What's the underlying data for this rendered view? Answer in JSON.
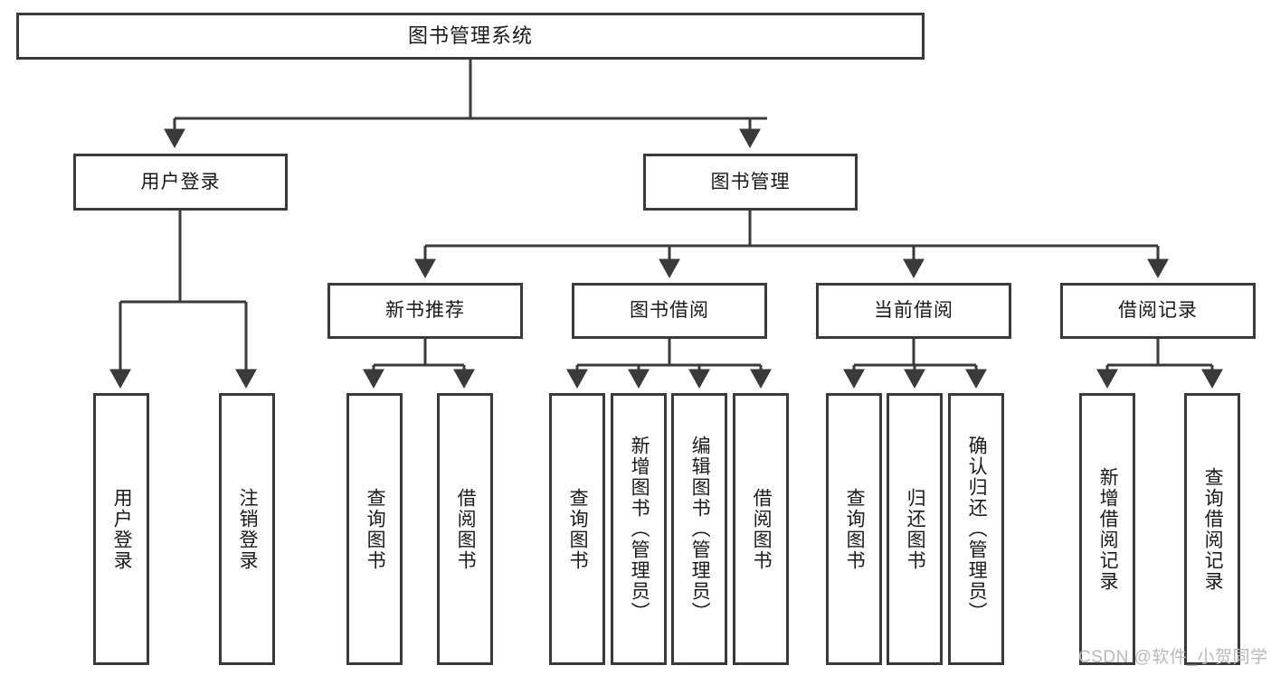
{
  "diagram": {
    "title": "图书管理系统",
    "type": "functional-structure-tree",
    "root": {
      "id": "root",
      "label": "图书管理系统"
    },
    "level1": [
      {
        "id": "user-login",
        "label": "用户登录"
      },
      {
        "id": "book-manage",
        "label": "图书管理"
      }
    ],
    "level2": [
      {
        "id": "new-book-rec",
        "label": "新书推荐",
        "parent": "book-manage"
      },
      {
        "id": "book-borrow",
        "label": "图书借阅",
        "parent": "book-manage"
      },
      {
        "id": "current-borrow",
        "label": "当前借阅",
        "parent": "book-manage"
      },
      {
        "id": "borrow-record",
        "label": "借阅记录",
        "parent": "book-manage"
      }
    ],
    "leaves": {
      "user_login": [
        {
          "id": "leaf-user-login",
          "label": "用户登录"
        },
        {
          "id": "leaf-user-logout",
          "label": "注销登录"
        }
      ],
      "new_book_rec": [
        {
          "id": "leaf-query-book-1",
          "label": "查询图书"
        },
        {
          "id": "leaf-borrow-book-1",
          "label": "借阅图书"
        }
      ],
      "book_borrow": [
        {
          "id": "leaf-query-book-2",
          "label": "查询图书"
        },
        {
          "id": "leaf-add-book",
          "label": "新增图书（管理员）"
        },
        {
          "id": "leaf-edit-book",
          "label": "编辑图书（管理员）"
        },
        {
          "id": "leaf-borrow-book-2",
          "label": "借阅图书"
        }
      ],
      "current_borrow": [
        {
          "id": "leaf-query-book-3",
          "label": "查询图书"
        },
        {
          "id": "leaf-return-book",
          "label": "归还图书"
        },
        {
          "id": "leaf-confirm-return",
          "label": "确认归还（管理员）"
        }
      ],
      "borrow_record": [
        {
          "id": "leaf-add-record",
          "label": "新增借阅记录"
        },
        {
          "id": "leaf-query-record",
          "label": "查询借阅记录"
        }
      ]
    },
    "watermark": "CSDN @软件_小贺同学",
    "colors": {
      "stroke": "#3a3a3a",
      "fill": "#ffffff",
      "text": "#1a1a1a",
      "watermark": "#b9b9b9"
    }
  }
}
